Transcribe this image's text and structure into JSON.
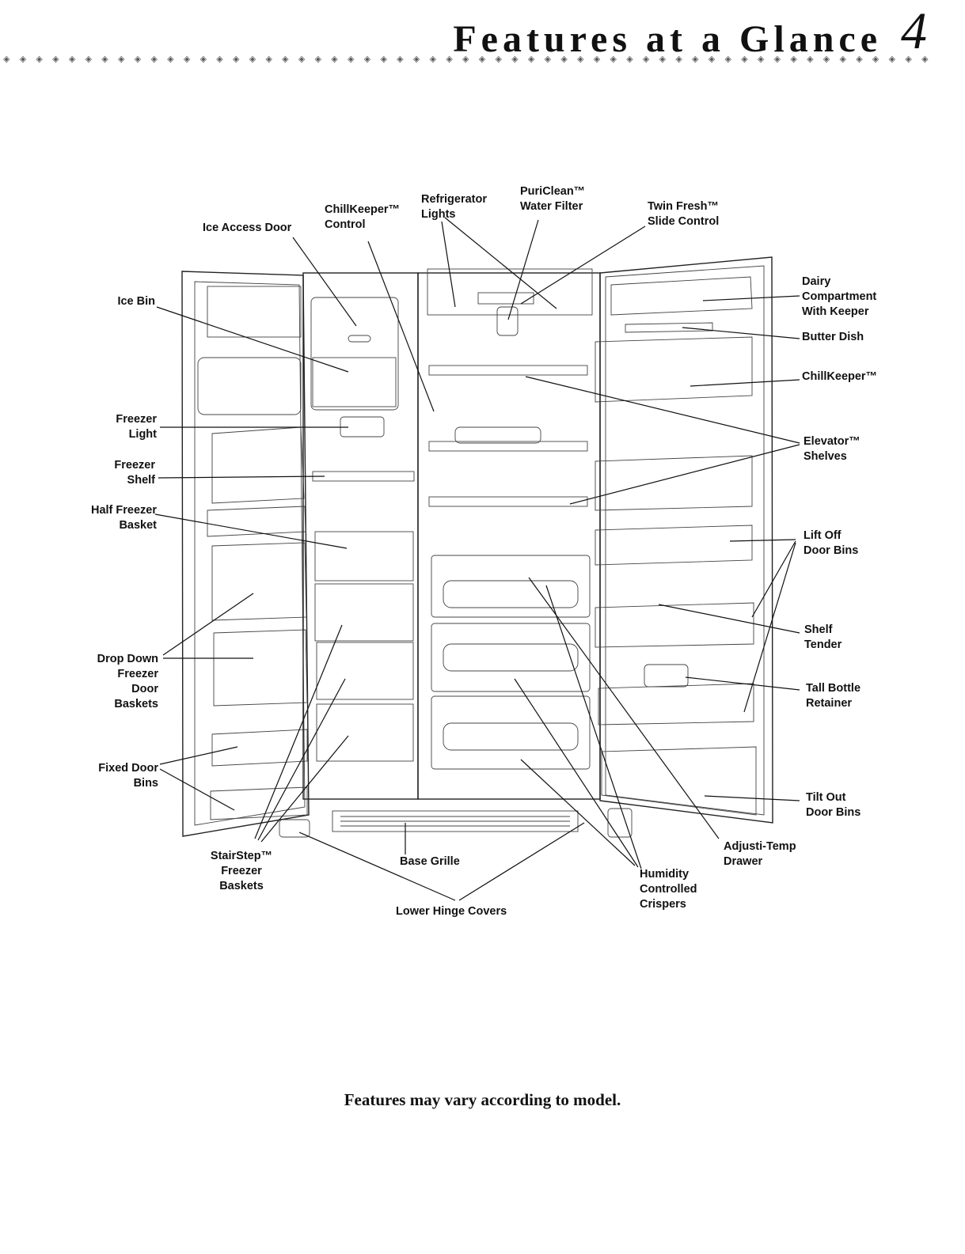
{
  "header": {
    "title": "Features at a Glance",
    "page_number": "4",
    "ornament": "◈ ◈ ◈ ◈ ◈ ◈ ◈ ◈ ◈ ◈ ◈ ◈ ◈ ◈ ◈ ◈ ◈ ◈ ◈ ◈ ◈ ◈ ◈ ◈ ◈ ◈ ◈ ◈ ◈ ◈ ◈ ◈ ◈ ◈ ◈ ◈ ◈ ◈ ◈ ◈ ◈ ◈ ◈ ◈ ◈ ◈ ◈ ◈ ◈ ◈ ◈ ◈ ◈ ◈ ◈ ◈ ◈ ◈ ◈ ◈ ◈ ◈ ◈ ◈ ◈ ◈ ◈ ◈ ◈ ◈ ◈ ◈ ◈ ◈ ◈ ◈ ◈ ◈ ◈ ◈"
  },
  "labels": {
    "ice_access_door": "Ice Access Door",
    "chillkeeper_control": "ChillKeeper™\nControl",
    "refrigerator_lights": "Refrigerator\nLights",
    "puriclean_water_filter": "PuriClean™\nWater Filter",
    "twin_fresh_slide_control": "Twin Fresh™\nSlide Control",
    "ice_bin": "Ice Bin",
    "freezer_light": "Freezer\nLight",
    "freezer_shelf": "Freezer\nShelf",
    "half_freezer_basket": "Half Freezer\nBasket",
    "drop_down_freezer_door_baskets": "Drop Down\nFreezer\nDoor\nBaskets",
    "fixed_door_bins": "Fixed Door\nBins",
    "stairstep_freezer_baskets": "StairStep™\nFreezer\nBaskets",
    "base_grille": "Base Grille",
    "lower_hinge_covers": "Lower Hinge Covers",
    "humidity_controlled_crispers": "Humidity\nControlled\nCrispers",
    "adjusti_temp_drawer": "Adjusti-Temp\nDrawer",
    "dairy_compartment_with_keeper": "Dairy\nCompartment\nWith Keeper",
    "butter_dish": "Butter Dish",
    "chillkeeper": "ChillKeeper™",
    "elevator_shelves": "Elevator™\nShelves",
    "lift_off_door_bins": "Lift Off\nDoor Bins",
    "shelf_tender": "Shelf\nTender",
    "tall_bottle_retainer": "Tall Bottle\nRetainer",
    "tilt_out_door_bins": "Tilt Out\nDoor Bins"
  },
  "footer": {
    "note": "Features may vary according to model."
  }
}
